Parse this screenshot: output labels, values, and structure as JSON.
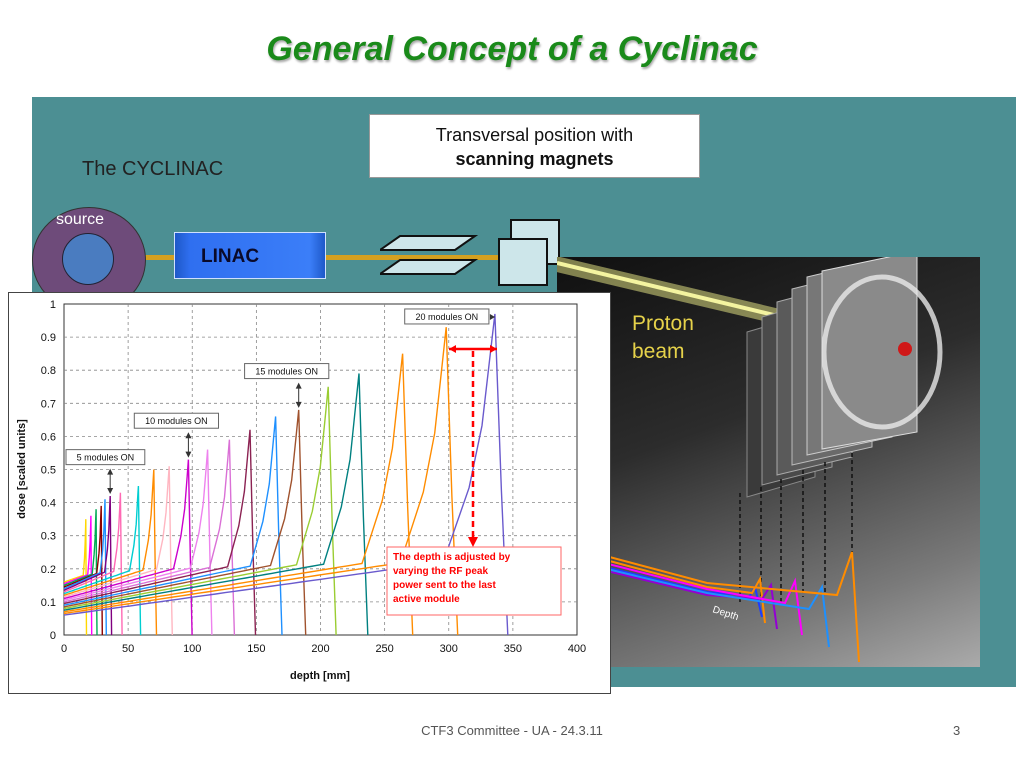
{
  "slide": {
    "title": "General Concept of a Cyclinac",
    "footer": "CTF3 Committee - UA - 24.3.11",
    "page_number": "3"
  },
  "diagram": {
    "cyclinac_label": "The CYCLINAC",
    "scan_box_line1": "Transversal position with",
    "scan_box_line2": "scanning magnets",
    "source_label": "source",
    "linac_label": "LINAC",
    "proton_line1": "Proton",
    "proton_line2": "beam",
    "depth_label": "Depth"
  },
  "colors": {
    "title": "#1a8a1a",
    "panel": "#4c8f93",
    "beamline": "#d4a020",
    "linac": "#2f6ff0",
    "source_outer": "#6e4b7a",
    "source_inner": "#4a7cc0",
    "annotation_red": "#ff0000"
  },
  "chart_data": {
    "type": "line",
    "xlabel": "depth [mm]",
    "ylabel": "dose [scaled units]",
    "xlim": [
      0,
      400
    ],
    "ylim": [
      0,
      1
    ],
    "xticks": [
      "0",
      "50",
      "100",
      "150",
      "200",
      "250",
      "300",
      "350",
      "400"
    ],
    "yticks": [
      "0",
      "0.1",
      "0.2",
      "0.3",
      "0.4",
      "0.5",
      "0.6",
      "0.7",
      "0.8",
      "0.9",
      "1"
    ],
    "grid": true,
    "peaks": [
      {
        "depth": 17,
        "dose": 0.35,
        "color": "#ffd700"
      },
      {
        "depth": 21,
        "dose": 0.36,
        "color": "#ff00ff"
      },
      {
        "depth": 25,
        "dose": 0.38,
        "color": "#00aa55"
      },
      {
        "depth": 29,
        "dose": 0.39,
        "color": "#8b0000"
      },
      {
        "depth": 32,
        "dose": 0.41,
        "color": "#1e90ff"
      },
      {
        "depth": 36,
        "dose": 0.42,
        "color": "#800080"
      },
      {
        "depth": 44,
        "dose": 0.43,
        "color": "#ff69b4"
      },
      {
        "depth": 58,
        "dose": 0.45,
        "color": "#00ced1"
      },
      {
        "depth": 70,
        "dose": 0.5,
        "color": "#ff8c00"
      },
      {
        "depth": 82,
        "dose": 0.51,
        "color": "#ffb6c1"
      },
      {
        "depth": 97,
        "dose": 0.53,
        "color": "#cc00cc"
      },
      {
        "depth": 112,
        "dose": 0.56,
        "color": "#ee82ee"
      },
      {
        "depth": 129,
        "dose": 0.59,
        "color": "#da70d6"
      },
      {
        "depth": 145,
        "dose": 0.62,
        "color": "#8b2252"
      },
      {
        "depth": 165,
        "dose": 0.66,
        "color": "#1e90ff"
      },
      {
        "depth": 183,
        "dose": 0.68,
        "color": "#a0522d"
      },
      {
        "depth": 206,
        "dose": 0.75,
        "color": "#9acd32"
      },
      {
        "depth": 230,
        "dose": 0.79,
        "color": "#008080"
      },
      {
        "depth": 264,
        "dose": 0.85,
        "color": "#ff8c00"
      },
      {
        "depth": 298,
        "dose": 0.93,
        "color": "#ff8c00"
      },
      {
        "depth": 336,
        "dose": 0.97,
        "color": "#6a5acd"
      }
    ],
    "annotations": [
      {
        "text": "5 modules ON",
        "depth": 37
      },
      {
        "text": "10 modules ON",
        "depth": 97
      },
      {
        "text": "15 modules ON",
        "depth": 183
      },
      {
        "text": "20 modules ON",
        "depth": 336
      }
    ],
    "red_note_lines": [
      "The depth is adjusted by",
      "varying the RF peak",
      "power sent to the last",
      "active module"
    ]
  }
}
